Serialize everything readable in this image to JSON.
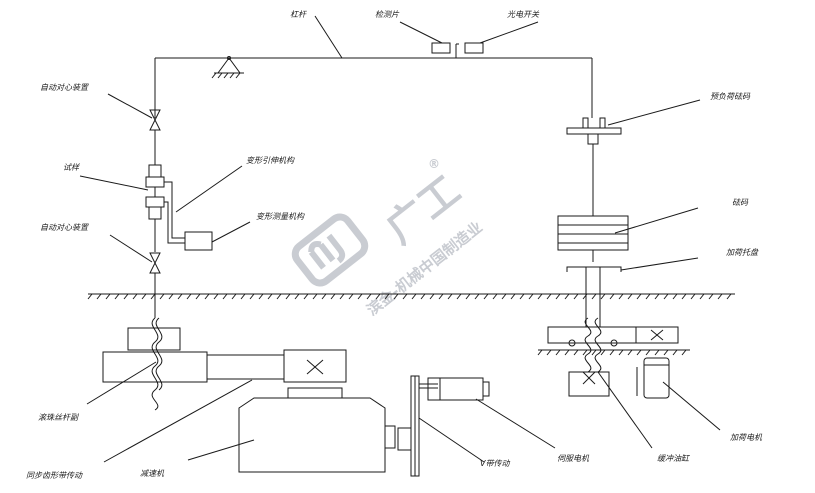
{
  "labels": {
    "lever": "杠杆",
    "detect_plate": "检测片",
    "photo_switch": "光电开关",
    "auto_center_top": "自动对心装置",
    "specimen": "试样",
    "deform_extend": "变形引伸机构",
    "deform_measure": "变形测量机构",
    "auto_center_bottom": "自动对心装置",
    "ball_screw": "滚珠丝杆副",
    "sync_belt": "同步齿形带传动",
    "reducer": "减速机",
    "v_belt": "V带传动",
    "servo_motor": "伺服电机",
    "buffer_cyl": "缓冲油缸",
    "load_motor": "加荷电机",
    "preload_weight": "预负荷砝码",
    "weight": "砝码",
    "load_tray": "加荷托盘"
  },
  "watermark": {
    "brand": "广工",
    "slogan": "滨金-机械中国制造业",
    "registered": "®"
  },
  "colors": {
    "line": "#1a1a1a",
    "watermark": "#c9ccd2"
  }
}
